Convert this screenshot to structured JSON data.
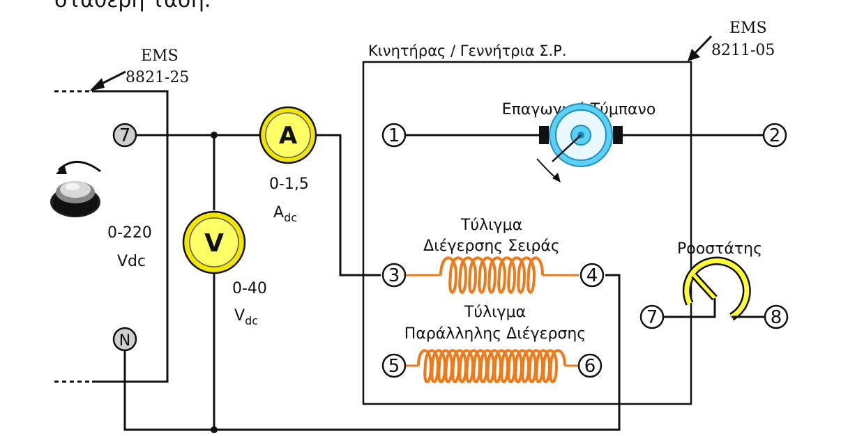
{
  "top_caption": "σταθερή τάση.",
  "left_unit": {
    "ems_label": "EMS",
    "ems_code": "8821-25",
    "terminal_top": "7",
    "terminal_bottom": "N",
    "range": "0-220",
    "unit": "Vdc"
  },
  "ammeter": {
    "symbol": "A",
    "range": "0-1,5",
    "unit_main": "A",
    "unit_sub": "dc"
  },
  "voltmeter": {
    "symbol": "V",
    "range": "0-40",
    "unit_main": "V",
    "unit_sub": "dc"
  },
  "motor_box": {
    "title": "Κινητήρας / Γεννήτρια Σ.Ρ.",
    "ems_label": "EMS",
    "ems_code": "8211-05",
    "armature_label": "Επαγωγικό Τύμπανο",
    "series_label_1": "Τύλιγμα",
    "series_label_2": "Διέγερσης Σειράς",
    "shunt_label_1": "Τύλιγμα",
    "shunt_label_2": "Παράλληλης Διέγερσης",
    "rheostat_label": "Ροοστάτης",
    "terminals": [
      "1",
      "2",
      "3",
      "4",
      "5",
      "6",
      "7",
      "8"
    ]
  },
  "colors": {
    "meter_fill": "#ffff66",
    "meter_ring": "#f2e600",
    "armature_blue": "#5fd0f5",
    "coil_orange": "#f07a1a",
    "rheostat_yellow": "#ffff33"
  }
}
